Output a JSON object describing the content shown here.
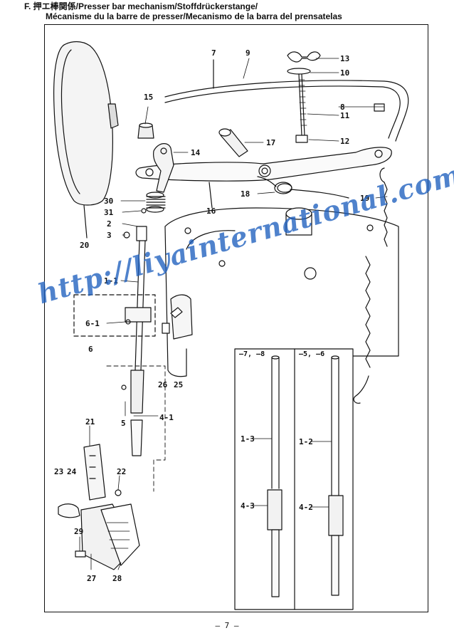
{
  "header": {
    "line1": "F.  押エ棒関係/Presser bar mechanism/Stoffdrückerstange/",
    "line2": "Mécanisme du la barre de presser/Mecanismo de la barra del prensatelas"
  },
  "watermark": "http://liyainternational.com/",
  "page_number": "– 7 –",
  "insets": {
    "left_head": "–7, –8",
    "right_head": "–5, –6"
  },
  "labels": {
    "l7": "7",
    "l9": "9",
    "l13": "13",
    "l10": "10",
    "l8": "8",
    "l11": "11",
    "l15": "15",
    "l17": "17",
    "l12": "12",
    "l14": "14",
    "l18": "18",
    "l19": "19",
    "l16": "16",
    "l30": "30",
    "l31": "31",
    "l2": "2",
    "l3": "3",
    "l20": "20",
    "l1_1": "1-1",
    "l6_1": "6-1",
    "l6": "6",
    "l26": "26",
    "l25": "25",
    "l5": "5",
    "l4_1": "4-1",
    "l21": "21",
    "l23": "23",
    "l24": "24",
    "l22": "22",
    "l29": "29",
    "l27": "27",
    "l28": "28",
    "l1_3": "1-3",
    "l4_3": "4-3",
    "l1_2": "1-2",
    "l4_2": "4-2"
  }
}
